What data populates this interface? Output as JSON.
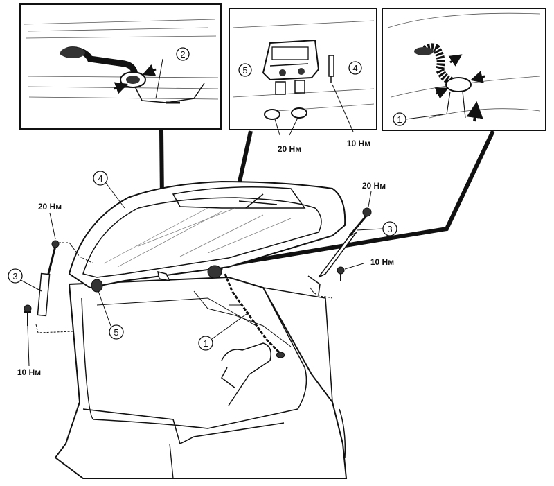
{
  "insets": [
    {
      "id": "inset-left",
      "callout": "2"
    },
    {
      "id": "inset-middle",
      "callouts": [
        "5",
        "4"
      ],
      "torque": [
        "20 Нм",
        "10 Нм"
      ]
    },
    {
      "id": "inset-right",
      "callout": "1"
    }
  ],
  "callouts": {
    "door": "4",
    "strut_left": "3",
    "strut_right": "3",
    "latch": "5",
    "harness": "1"
  },
  "torque_labels": {
    "strut_top_left": "20 Нм",
    "strut_bottom_left": "10 Нм",
    "strut_top_right": "20 Нм",
    "strut_bottom_right": "10 Нм",
    "inset_nuts": "20 Нм",
    "inset_bolt": "10 Нм"
  },
  "colors": {
    "ink": "#111111",
    "paper": "#ffffff"
  }
}
